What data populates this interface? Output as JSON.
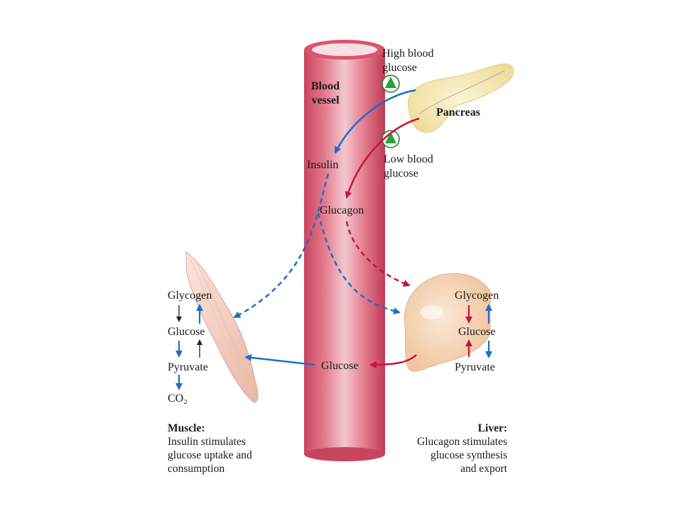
{
  "labels": {
    "high_blood_glucose": [
      "High blood",
      "glucose"
    ],
    "low_blood_glucose": [
      "Low blood",
      "glucose"
    ],
    "blood_vessel": [
      "Blood",
      "vessel"
    ],
    "pancreas": "Pancreas",
    "insulin": "Insulin",
    "glucagon": "Glucagon",
    "vessel_glucose": "Glucose"
  },
  "muscle": {
    "metabolites": [
      "Glycogen",
      "Glucose",
      "Pyruvate",
      "CO₂"
    ],
    "caption_title": "Muscle:",
    "caption_lines": [
      "Insulin stimulates",
      "glucose uptake and",
      "consumption"
    ]
  },
  "liver": {
    "metabolites": [
      "Glycogen",
      "Glucose",
      "Pyruvate"
    ],
    "caption_title": "Liver:",
    "caption_lines": [
      "Glucagon stimulates",
      "glucose synthesis",
      "and export"
    ]
  },
  "colors": {
    "insulin_path": "#1f6fc0",
    "glucagon_path": "#c8143c",
    "vessel": "#d9556e",
    "signal": "#2aa23a"
  }
}
